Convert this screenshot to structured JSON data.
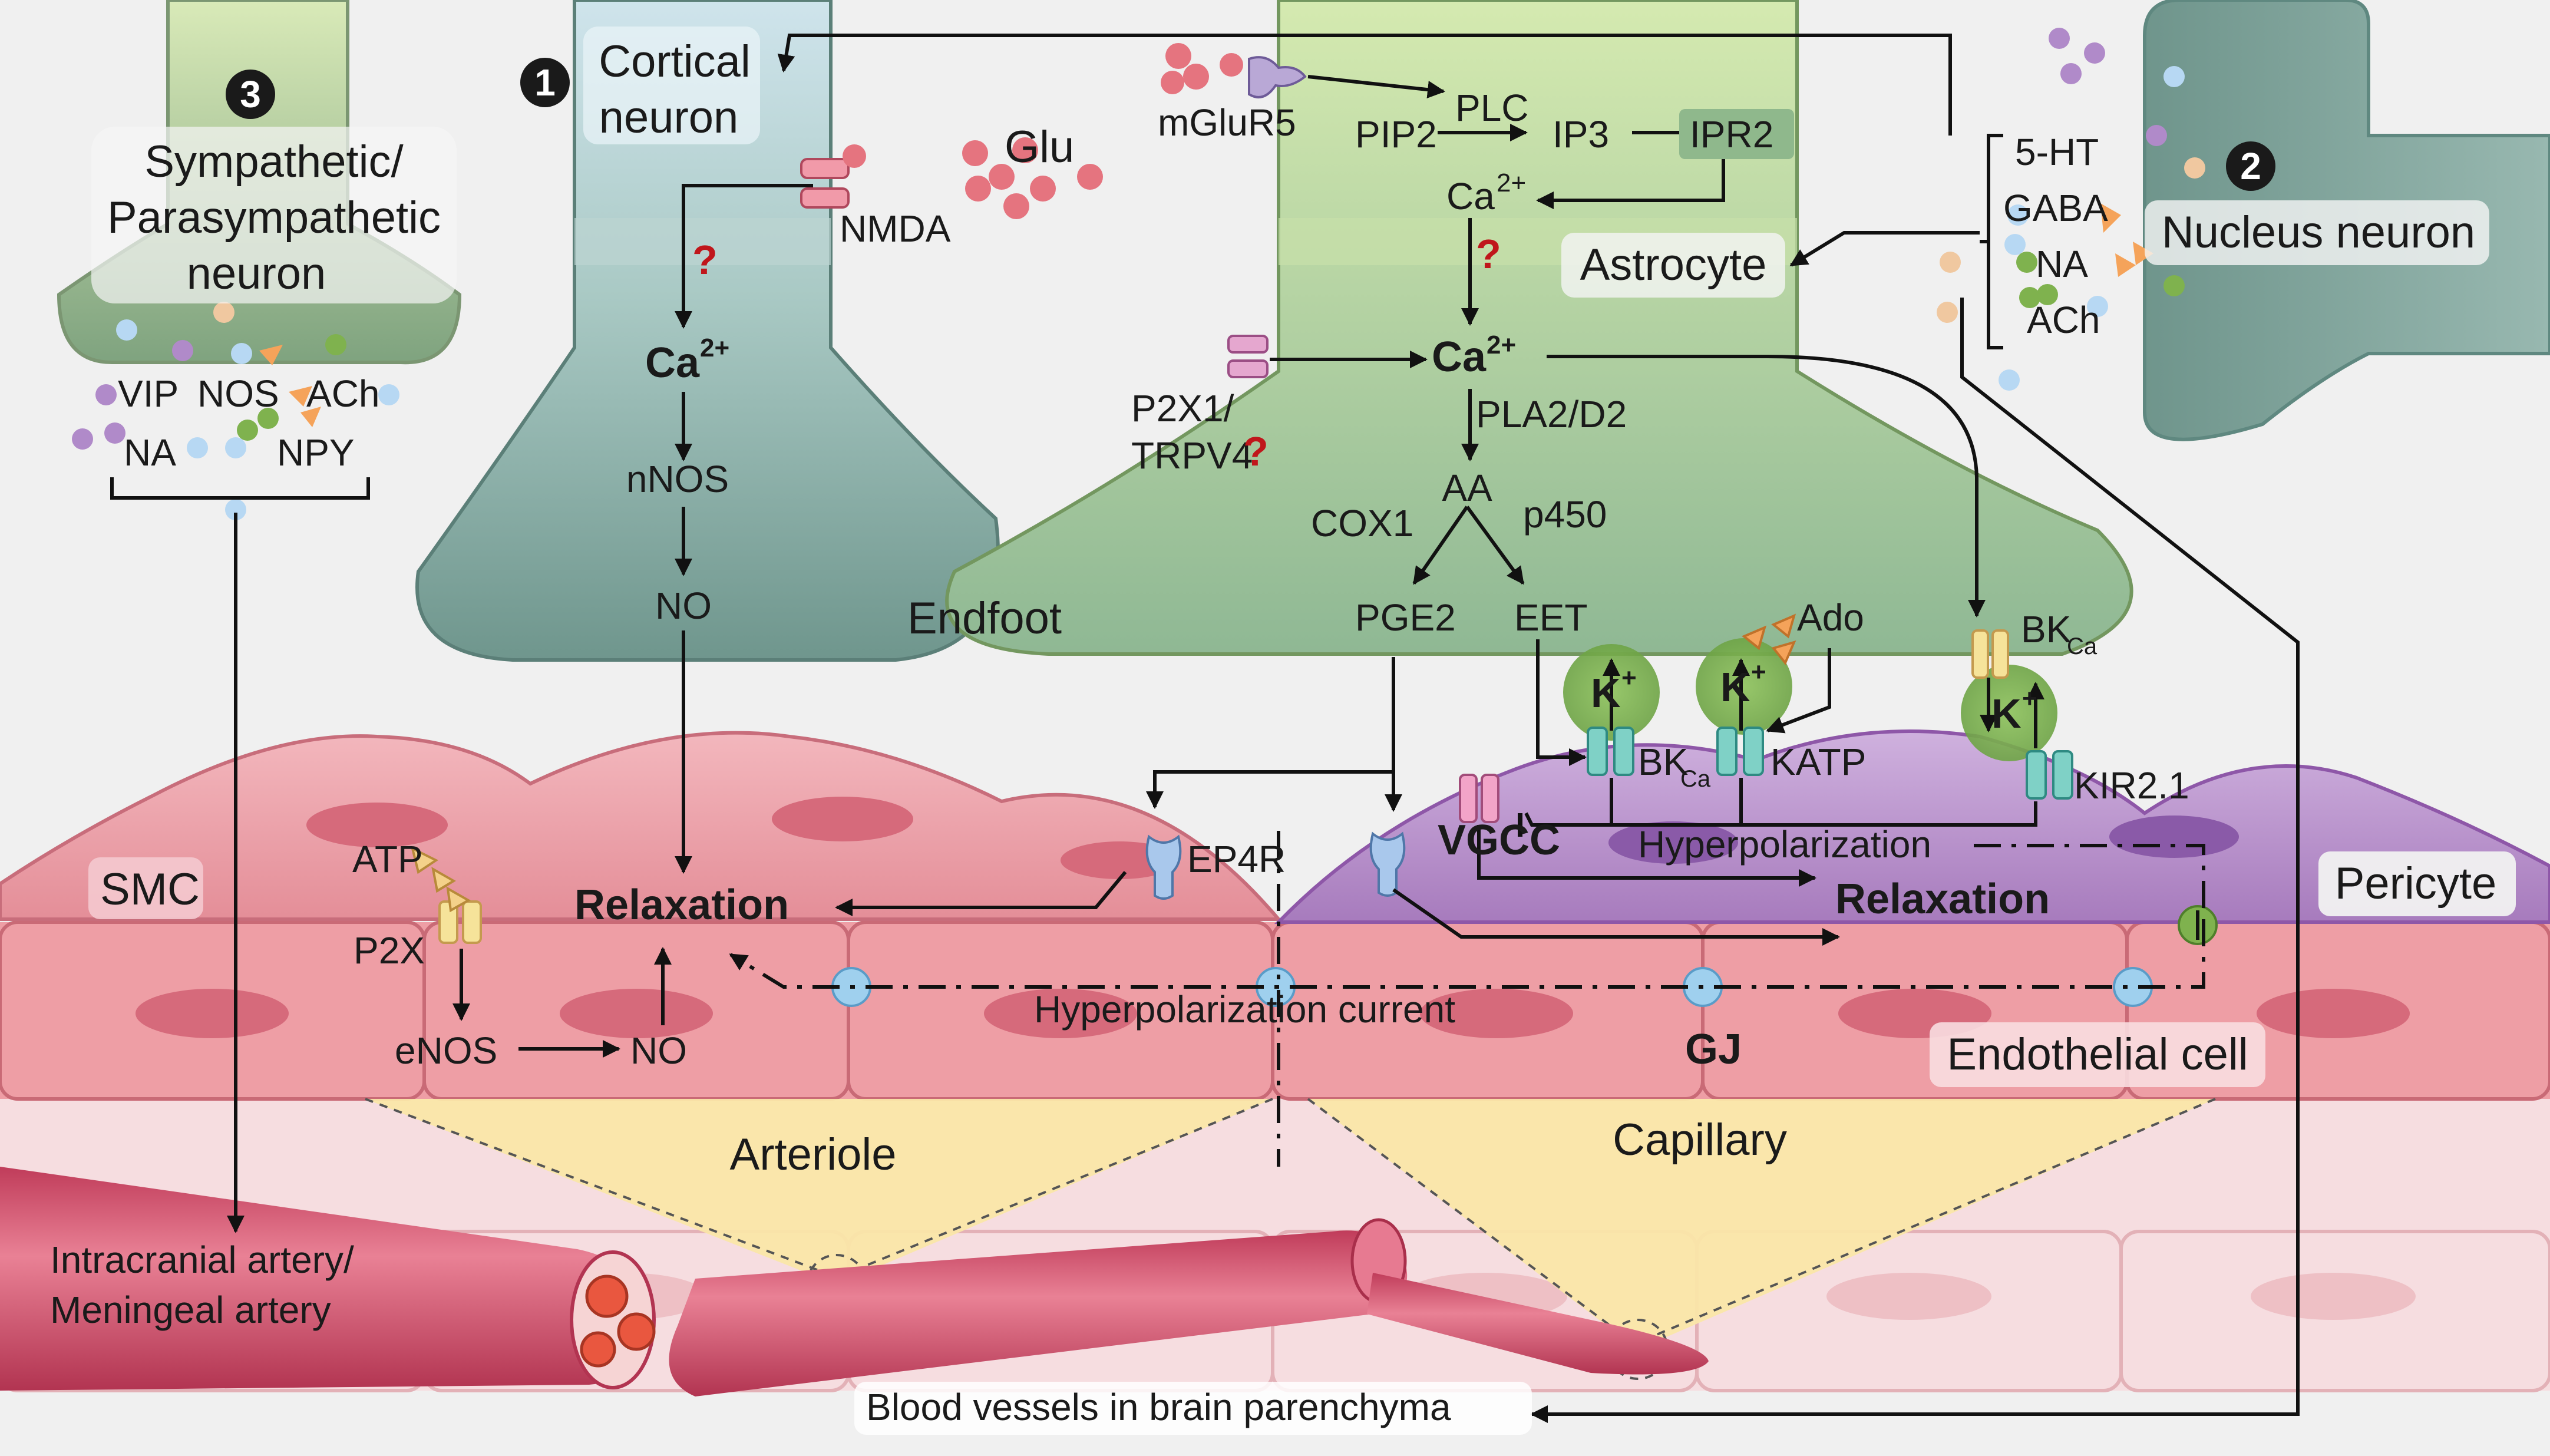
{
  "numbers": {
    "n1": "1",
    "n2": "2",
    "n3": "3"
  },
  "cortical": {
    "label_line1": "Cortical",
    "label_line2": "neuron",
    "nmda": "NMDA",
    "ca": "Ca",
    "ca_sup": "2+",
    "nnos": "nNOS",
    "no": "NO",
    "question": "?"
  },
  "glu": "Glu",
  "astrocyte": {
    "mglur5": "mGluR5",
    "plc": "PLC",
    "pip2": "PIP2",
    "ip3": "IP3",
    "ipr2": "IPR2",
    "ca_small": "Ca",
    "ca_small_sup": "2+",
    "question": "?",
    "label": "Astrocyte",
    "p2x1_line1": "P2X1/",
    "p2x1_line2": "TRPV4",
    "ca_big": "Ca",
    "ca_big_sup": "2+",
    "pla2": "PLA2/D2",
    "aa": "AA",
    "cox1": "COX1",
    "p450": "p450",
    "pge2": "PGE2",
    "eet": "EET",
    "endfoot": "Endfoot"
  },
  "nucleus": {
    "label": "Nucleus neuron",
    "t5ht": "5-HT",
    "gaba": "GABA",
    "na": "NA",
    "ach": "ACh"
  },
  "symp": {
    "line1": "Sympathetic/",
    "line2": "Parasympathetic",
    "line3": "neuron",
    "vip": "VIP",
    "nos": "NOS",
    "ach": "ACh",
    "na": "NA",
    "npy": "NPY"
  },
  "vessel": {
    "smc": "SMC",
    "atp": "ATP",
    "p2x": "P2X",
    "enos": "eNOS",
    "no": "NO",
    "relax_left": "Relaxation",
    "ep4r": "EP4R",
    "vgcc": "VGCC",
    "hyperpol": "Hyperpolarization",
    "relax_right": "Relaxation",
    "pericyte": "Pericyte",
    "hyper_current": "Hyperpolarization current",
    "gj": "GJ",
    "endothelial": "Endothelial cell",
    "arteriole": "Arteriole",
    "capillary": "Capillary",
    "intracranial_line1": "Intracranial artery/",
    "intracranial_line2": "Meningeal artery",
    "parenchyma": "Blood vessels in brain parenchyma"
  },
  "channels": {
    "k": "K",
    "k_sup": "+",
    "bk": "BK",
    "bk_sub": "Ca",
    "katp": "KATP",
    "ado": "Ado",
    "kir": "KIR2.1",
    "bk2": "BK",
    "bk2_sub": "Ca"
  },
  "colors": {
    "astro_fill": "#b9d69a",
    "neuron_fill": "#7fa49a",
    "smc_fill": "#e8909a",
    "pericyte_fill": "#b58ac6",
    "endo_fill": "#ee9ea5",
    "green_glow": "#7fb24e",
    "gj_blue": "#9fd0ee"
  }
}
